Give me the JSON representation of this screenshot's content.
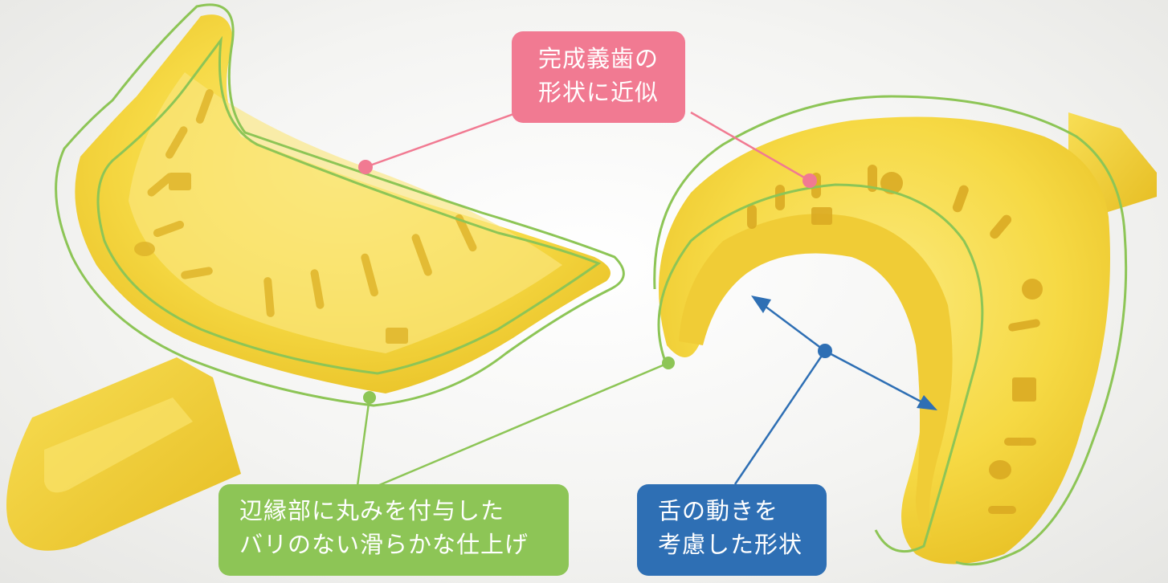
{
  "labels": {
    "pink": {
      "line1": "完成義歯の",
      "line2": "形状に近似"
    },
    "green": {
      "line1": "辺縁部に丸みを付与した",
      "line2": "バリのない滑らかな仕上げ"
    },
    "blue": {
      "line1": "舌の動きを",
      "line2": "考慮した形状"
    }
  },
  "colors": {
    "pink": "#f17a92",
    "green": "#8dc556",
    "blue": "#2e6fb4",
    "tray_yellow": "#f7dc4a"
  },
  "icons": {
    "upper_tray": "upper-impression-tray",
    "lower_tray": "lower-impression-tray"
  }
}
